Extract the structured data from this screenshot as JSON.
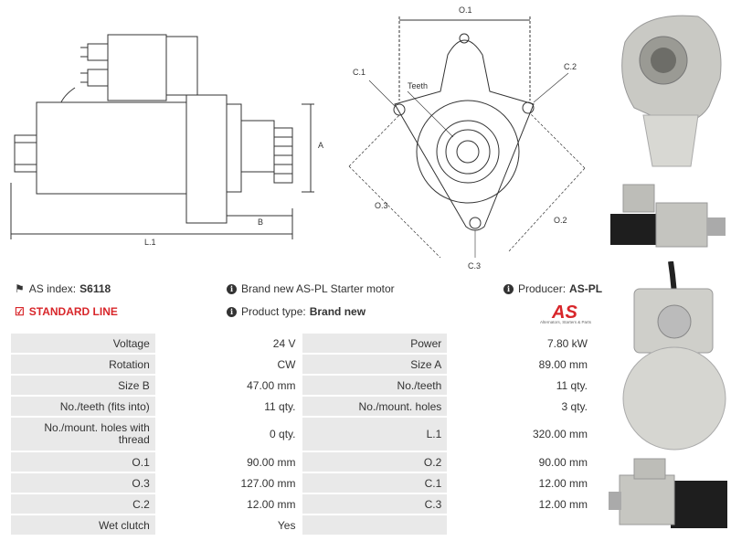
{
  "drawing_labels": {
    "side": {
      "A": "A",
      "B": "B",
      "L1": "L.1"
    },
    "front": {
      "O1": "O.1",
      "O2": "O.2",
      "O3": "O.3",
      "C1": "C.1",
      "C2": "C.2",
      "C3": "C.3",
      "teeth": "Teeth"
    }
  },
  "info": {
    "as_index_label": "AS index:",
    "as_index_value": "S6118",
    "standard_line": "STANDARD LINE",
    "description": "Brand new AS-PL Starter motor",
    "product_type_label": "Product type:",
    "product_type_value": "Brand new",
    "producer_label": "Producer:",
    "producer_value": "AS-PL",
    "logo_text": "AS",
    "logo_sub": "Alternators, Starters & Parts"
  },
  "specs": [
    [
      "Voltage",
      "24 V",
      "Power",
      "7.80 kW"
    ],
    [
      "Rotation",
      "CW",
      "Size A",
      "89.00 mm"
    ],
    [
      "Size B",
      "47.00 mm",
      "No./teeth",
      "11 qty."
    ],
    [
      "No./teeth (fits into)",
      "11 qty.",
      "No./mount. holes",
      "3 qty."
    ],
    [
      "No./mount. holes with thread",
      "0 qty.",
      "L.1",
      "320.00 mm"
    ],
    [
      "O.1",
      "90.00 mm",
      "O.2",
      "90.00 mm"
    ],
    [
      "O.3",
      "127.00 mm",
      "C.1",
      "12.00 mm"
    ],
    [
      "C.2",
      "12.00 mm",
      "C.3",
      "12.00 mm"
    ],
    [
      "Wet clutch",
      "Yes",
      "",
      ""
    ]
  ],
  "colors": {
    "accent_red": "#d8262a",
    "label_bg": "#e9e9e9"
  }
}
